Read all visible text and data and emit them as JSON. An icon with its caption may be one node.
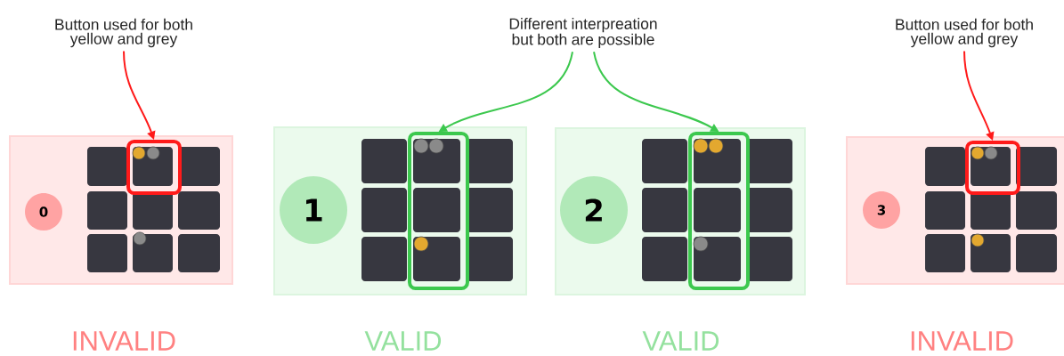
{
  "diagram": {
    "nodes": [
      {
        "text": [
          "Button used for both yellow and grey"
        ]
      },
      {
        "text": [
          "Different interpreation but both are possible"
        ]
      },
      {
        "text": [
          "Button used for both yellow and grey"
        ]
      },
      {
        "text": [],
        "shape": "box",
        "beside": [
          "INVALID"
        ]
      },
      {
        "text": [
          "0"
        ],
        "in": 3
      },
      {
        "text": [],
        "shape": "box",
        "in": 3
      },
      {
        "text": [],
        "shape": "box",
        "beside": [
          "VALID"
        ]
      },
      {
        "text": [
          "1"
        ],
        "in": 6
      },
      {
        "text": [],
        "shape": "box",
        "in": 6
      },
      {
        "text": [],
        "shape": "box",
        "beside": [
          "VALID"
        ]
      },
      {
        "text": [
          "2"
        ],
        "in": 9
      },
      {
        "text": [],
        "shape": "box",
        "in": 9
      },
      {
        "text": [],
        "shape": "box",
        "beside": [
          "INVALID"
        ]
      },
      {
        "text": [
          "3"
        ],
        "in": 12
      },
      {
        "text": [],
        "shape": "box",
        "in": 12
      }
    ],
    "edges": [
      {
        "from": 0,
        "to": 5,
        "arrow": "to",
        "color": "#ff1a1a"
      },
      {
        "from": 1,
        "to": 8,
        "arrow": "to",
        "color": "#3cc84e"
      },
      {
        "from": 1,
        "to": 11,
        "arrow": "to",
        "color": "#3cc84e"
      },
      {
        "from": 2,
        "to": 14,
        "arrow": "to",
        "color": "#ff1a1a"
      }
    ]
  }
}
